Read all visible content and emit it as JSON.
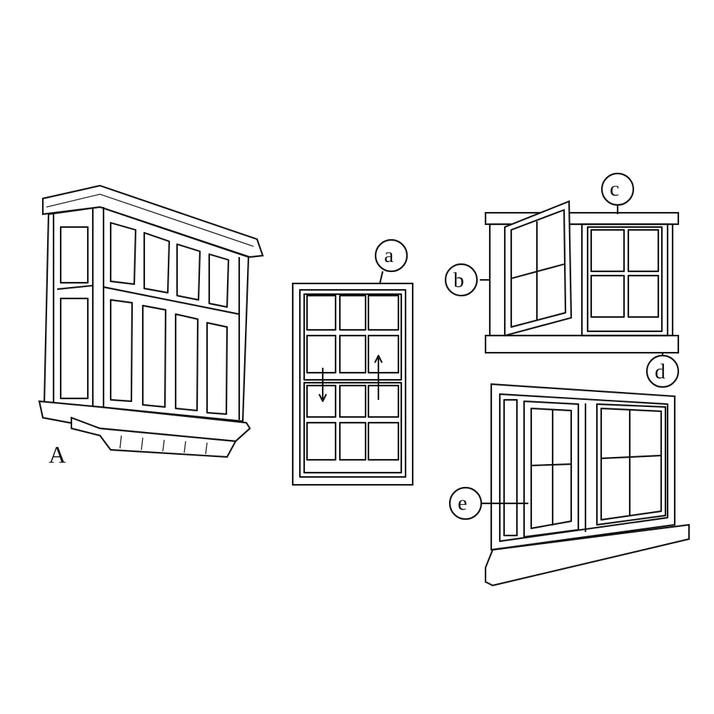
{
  "figure": {
    "main_label": "A",
    "callouts": {
      "a": "a",
      "b": "b",
      "c": "c",
      "d": "d",
      "e": "e"
    }
  },
  "colors": {
    "ink": "#111111",
    "background": "#ffffff"
  }
}
